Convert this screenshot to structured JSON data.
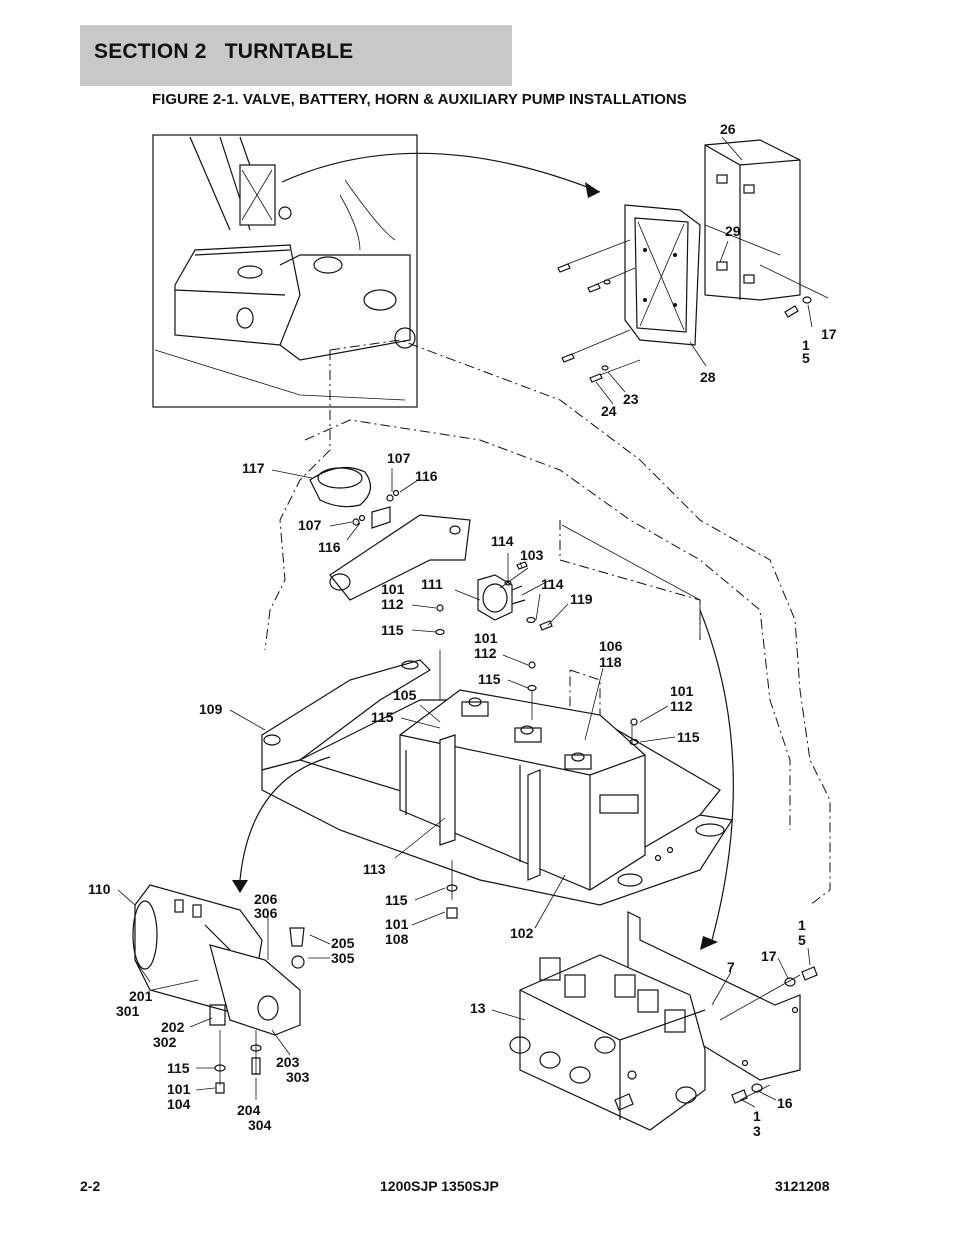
{
  "header": {
    "section": "SECTION 2   TURNTABLE",
    "figure_title": "FIGURE 2-1. VALVE, BATTERY, HORN & AUXILIARY PUMP INSTALLATIONS"
  },
  "footer": {
    "page": "2-2",
    "model": "1200SJP 1350SJP",
    "doc_number": "3121208"
  },
  "callouts": {
    "c26": "26",
    "c29": "29",
    "c17a": "17",
    "c1a": "1",
    "c5a": "5",
    "c28": "28",
    "c23": "23",
    "c24": "24",
    "c117": "117",
    "c107a": "107",
    "c116a": "116",
    "c107b": "107",
    "c116b": "116",
    "c114a": "114",
    "c103": "103",
    "c111": "111",
    "c114b": "114",
    "c119": "119",
    "c101a": "101",
    "c112a": "112",
    "c115a": "115",
    "c101b": "101",
    "c112b": "112",
    "c106": "106",
    "c118": "118",
    "c115b": "115",
    "c105": "105",
    "c115c": "115",
    "c101c": "101",
    "c112c": "112",
    "c115d": "115",
    "c109": "109",
    "c113": "113",
    "c110": "110",
    "c206": "206",
    "c306": "306",
    "c205": "205",
    "c305": "305",
    "c115e": "115",
    "c101d": "101",
    "c108": "108",
    "c102": "102",
    "c201": "201",
    "c301": "301",
    "c202": "202",
    "c302": "302",
    "c203": "203",
    "c303": "303",
    "c115f": "115",
    "c101e": "101",
    "c104": "104",
    "c204": "204",
    "c304": "304",
    "c1b": "1",
    "c5b": "5",
    "c17b": "17",
    "c7": "7",
    "c13": "13",
    "c16": "16",
    "c1c": "1",
    "c3": "3"
  }
}
